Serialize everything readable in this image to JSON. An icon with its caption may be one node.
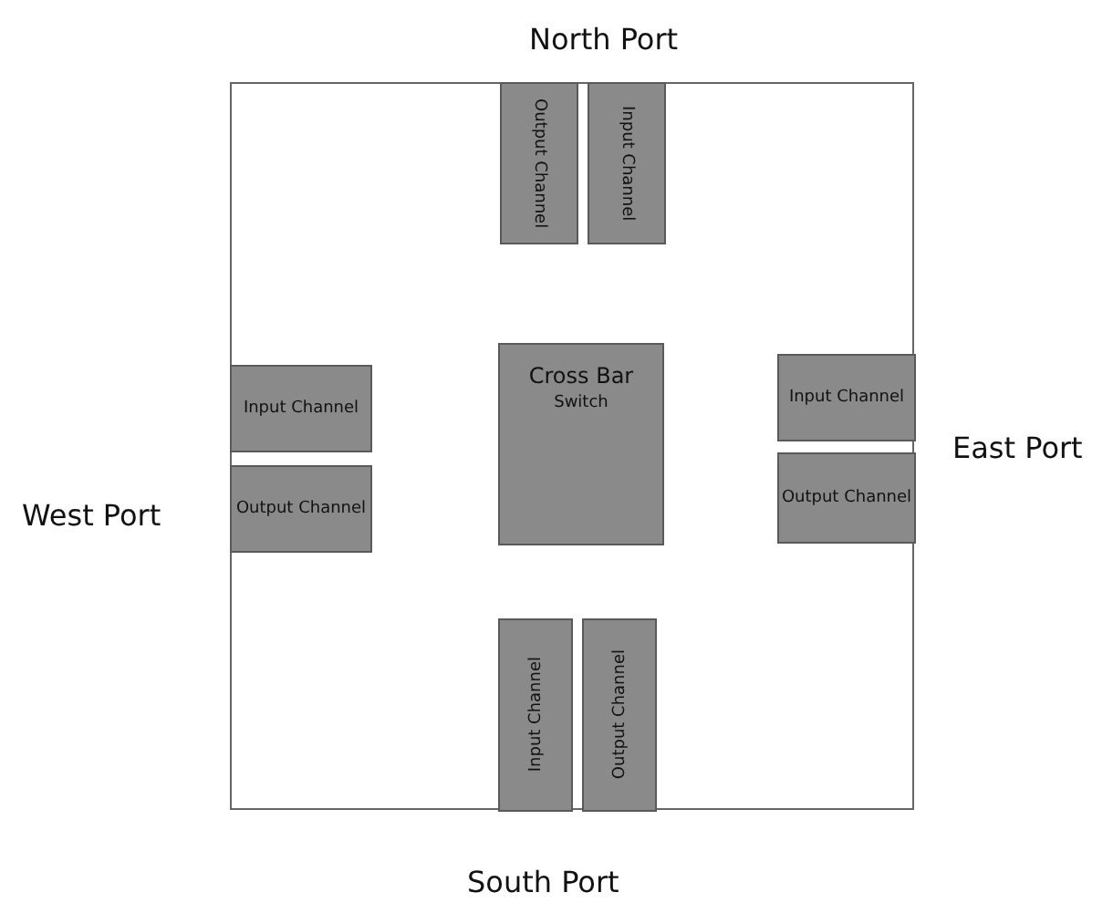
{
  "diagram": {
    "nodes": [
      {
        "text": [],
        "shape": "box"
      },
      {
        "text": [
          "Output Channel"
        ],
        "in": 0
      },
      {
        "text": [
          "Input Channel"
        ],
        "in": 0
      },
      {
        "text": [
          "Input Channel"
        ],
        "in": 0
      },
      {
        "text": [
          "Output Channel"
        ],
        "in": 0
      },
      {
        "text": [
          "Cross Bar",
          "Switch"
        ],
        "in": 0
      },
      {
        "text": [
          "Input Channel"
        ],
        "in": 0
      },
      {
        "text": [
          "Output Channel"
        ],
        "in": 0
      },
      {
        "text": [
          "Input Channel"
        ],
        "in": 0
      },
      {
        "text": [
          "Output Channel"
        ],
        "in": 0
      }
    ],
    "labels": [
      "North Port",
      "West Port",
      "East Port",
      "South Port"
    ]
  }
}
